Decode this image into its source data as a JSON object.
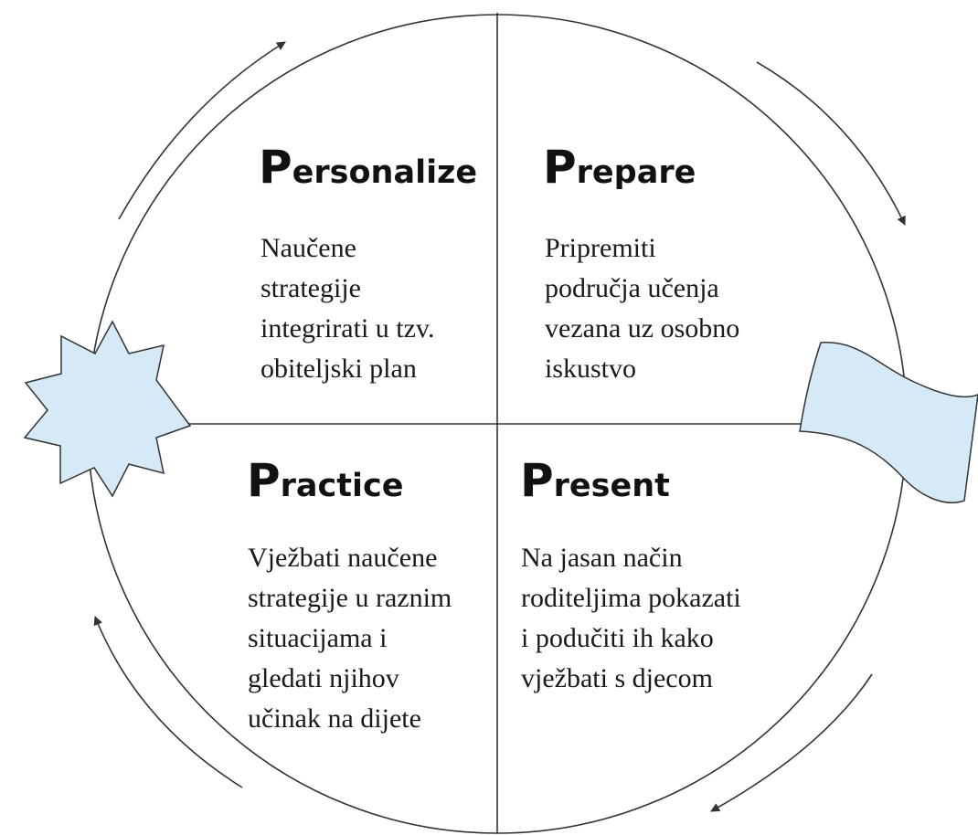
{
  "colors": {
    "line": "#333333",
    "shape_fill": "#d6e9f7",
    "shape_stroke": "#333333",
    "text": "#111111"
  },
  "icons": {
    "left_shape": "starburst",
    "right_shape": "wavy-flag"
  },
  "quadrants": {
    "personalize": {
      "initial": "P",
      "rest": "ersonalize",
      "lines": [
        "Naučene",
        "strategije",
        "integrirati u tzv.",
        "obiteljski plan"
      ]
    },
    "prepare": {
      "initial": "P",
      "rest": "repare",
      "lines": [
        "Pripremiti",
        "područja učenja",
        "vezana uz osobno",
        "iskustvo"
      ]
    },
    "practice": {
      "initial": "P",
      "rest": "ractice",
      "lines": [
        "Vježbati naučene",
        "strategije u raznim",
        "situacijama i",
        "gledati njihov",
        "učinak na dijete"
      ]
    },
    "present": {
      "initial": "P",
      "rest": "resent",
      "lines": [
        "Na jasan način",
        "roditeljima pokazati",
        "i podučiti ih kako",
        "vježbati s djecom"
      ]
    }
  }
}
